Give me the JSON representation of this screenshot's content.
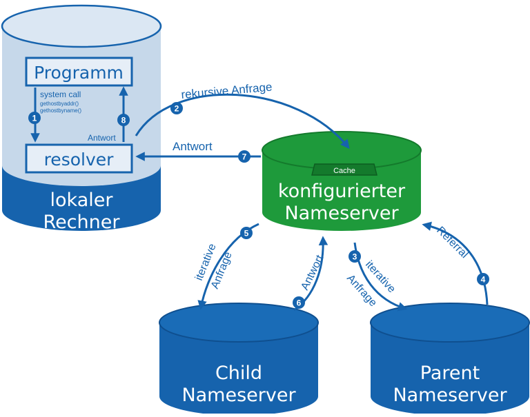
{
  "colors": {
    "blue": "#1663ad",
    "blue_dark": "#0f4f8f",
    "light": "#c6d8ea",
    "green": "#1e9a3b",
    "green_dark": "#147a2c",
    "label": "#1663ad"
  },
  "nodes": {
    "local": {
      "label_line1": "lokaler",
      "label_line2": "Rechner"
    },
    "programm": {
      "label": "Programm"
    },
    "resolver": {
      "label": "resolver"
    },
    "syscall": {
      "title": "system call",
      "fn1": "gethostbyaddr()",
      "fn2": "gethostbyname()"
    },
    "config": {
      "label_line1": "konfigurierter",
      "label_line2": "Nameserver",
      "cache": "Cache"
    },
    "child": {
      "label_line1": "Child",
      "label_line2": "Nameserver"
    },
    "parent": {
      "label_line1": "Parent",
      "label_line2": "Nameserver"
    }
  },
  "edges": {
    "e1": {
      "num": "1"
    },
    "e2": {
      "num": "2",
      "label": "rekursive Anfrage"
    },
    "e3": {
      "num": "3",
      "label1": "iterative",
      "label2": "Anfrage"
    },
    "e4": {
      "num": "4",
      "label": "Referral"
    },
    "e5": {
      "num": "5",
      "label1": "iterative",
      "label2": "Anfrage"
    },
    "e6": {
      "num": "6",
      "label": "Antwort"
    },
    "e7": {
      "num": "7",
      "label": "Antwort"
    },
    "e8": {
      "num": "8",
      "label": "Antwort"
    }
  }
}
